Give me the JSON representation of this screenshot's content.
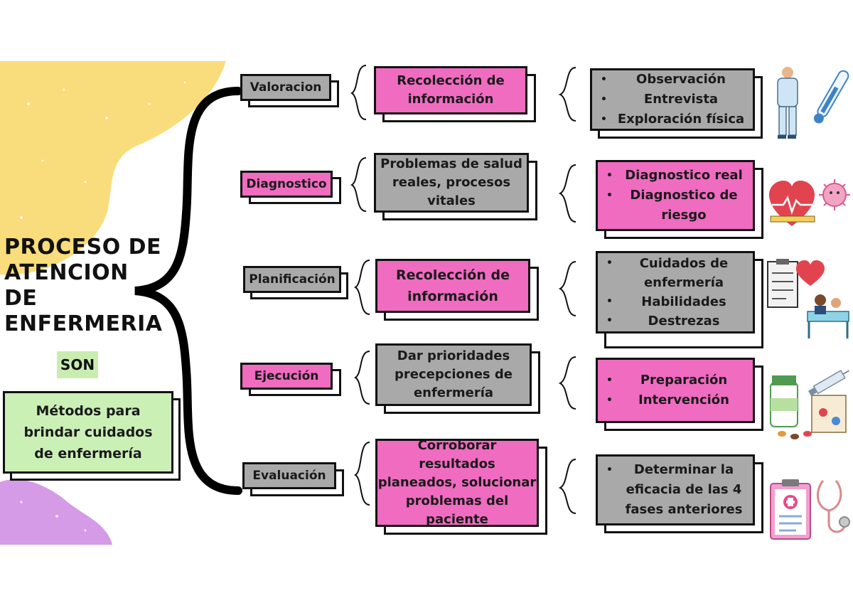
{
  "title": "PROCESO DE\nATENCION\nDE\nENFERMERIA",
  "connector": "SON",
  "definition": "Métodos para brindar cuidados de enfermería",
  "colors": {
    "pink": "#ef6cc0",
    "gray": "#a9a9a9",
    "green": "#caf0b6",
    "yellow_blob": "#f9dc7c",
    "lilac_blob": "#d59be6"
  },
  "phases": [
    {
      "name": "Valoracion",
      "style": "gray",
      "description": "Recolección de información",
      "description_style": "pink",
      "items": [
        "Observación",
        "Entrevista",
        "Exploración física"
      ],
      "items_style": "gray",
      "icon": "nurse-thermometer-icon"
    },
    {
      "name": "Diagnostico",
      "style": "pink",
      "description": "Problemas de salud reales, procesos vitales",
      "description_style": "gray",
      "items": [
        "Diagnostico real",
        "Diagnostico de riesgo"
      ],
      "items_style": "pink",
      "icon": "heart-virus-icon"
    },
    {
      "name": "Planificación",
      "style": "gray",
      "description": "Recolección de información",
      "description_style": "pink",
      "items": [
        "Cuidados de enfermería",
        "Habilidades",
        "Destrezas"
      ],
      "items_style": "gray",
      "icon": "clipboard-patient-icon"
    },
    {
      "name": "Ejecución",
      "style": "pink",
      "description": "Dar  prioridades precepciones de enfermería",
      "description_style": "gray",
      "items": [
        "Preparación",
        "Intervención"
      ],
      "items_style": "pink",
      "icon": "medicine-syringe-icon"
    },
    {
      "name": "Evaluación",
      "style": "gray",
      "description": "Corroborar resultados planeados, solucionar problemas del paciente",
      "description_style": "pink",
      "items": [
        "Determinar la eficacia de las 4 fases anteriores"
      ],
      "items_style": "gray",
      "icon": "clipboard-stethoscope-icon"
    }
  ]
}
